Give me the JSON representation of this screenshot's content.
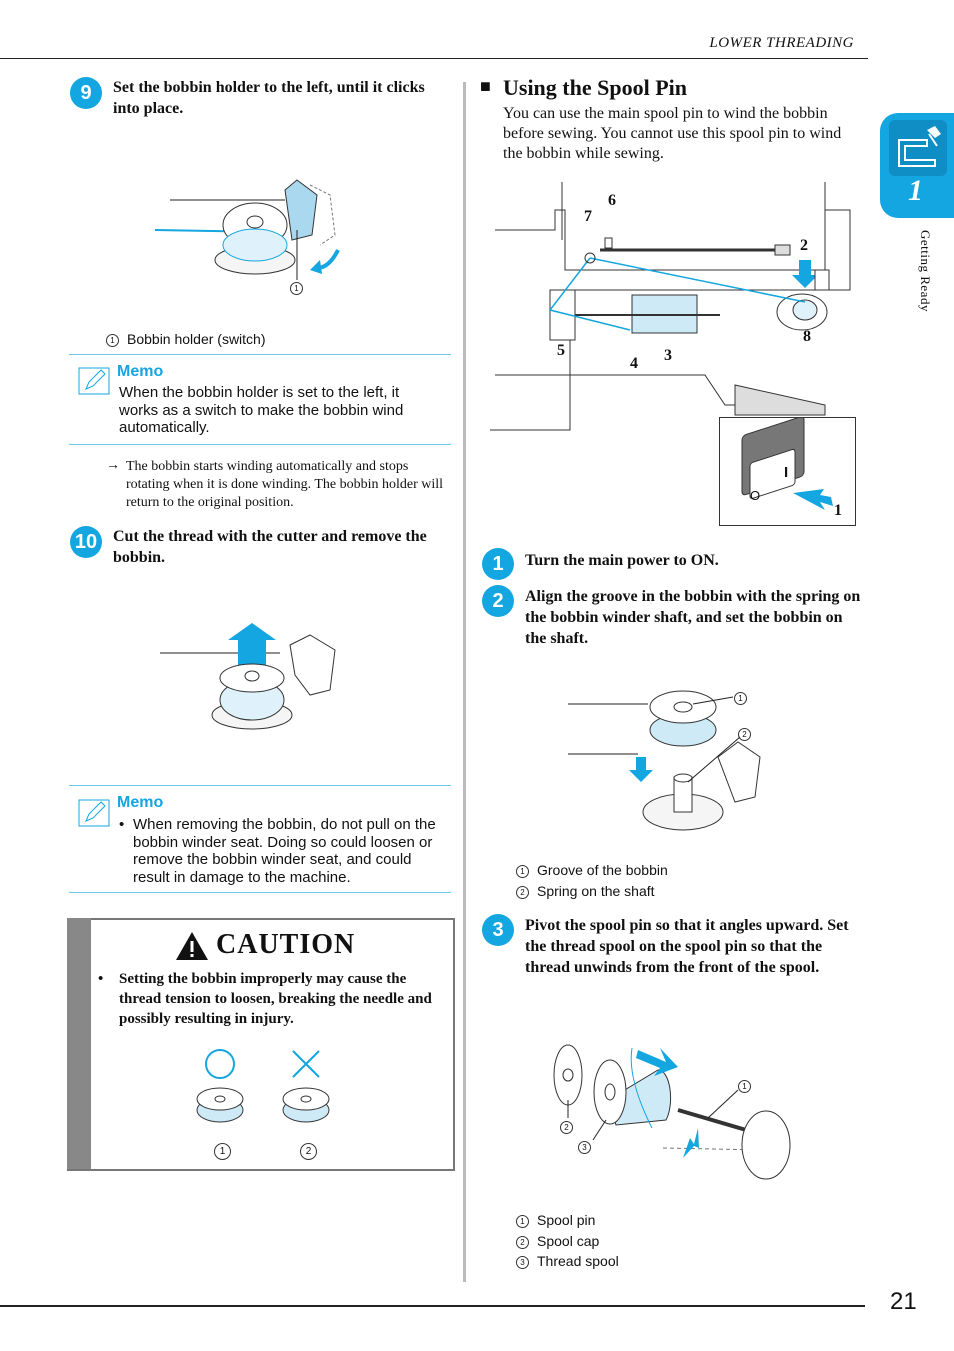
{
  "header": {
    "section": "LOWER THREADING"
  },
  "page_number": "21",
  "side_tab": {
    "chapter_number": "1",
    "label": "Getting Ready"
  },
  "left": {
    "step9": {
      "number": "9",
      "text": "Set the bobbin holder to the left, until it clicks into place."
    },
    "fig1_legend": [
      {
        "num": "1",
        "text": "Bobbin holder (switch)"
      }
    ],
    "memo1": {
      "title": "Memo",
      "body": "When the bobbin holder is set to the left, it works as a switch to make the bobbin wind automatically."
    },
    "note": {
      "arrow": "→",
      "text": "The bobbin starts winding automatically and stops rotating when it is done winding. The bobbin holder will return to the original position."
    },
    "step10": {
      "number": "10",
      "text": "Cut the thread with the cutter and remove the bobbin."
    },
    "memo2": {
      "title": "Memo",
      "bullet": "•",
      "body": "When removing the bobbin, do not pull on the bobbin winder seat. Doing so could loosen or remove the bobbin winder seat, and could result in damage to the machine."
    },
    "caution": {
      "title": "CAUTION",
      "bullet": "•",
      "text": "Setting the bobbin improperly may cause the thread tension to loosen, breaking the needle and possibly resulting in injury.",
      "figure_labels": [
        "1",
        "2"
      ]
    }
  },
  "right": {
    "section_marker": "■",
    "section_title": "Using the Spool Pin",
    "intro": "You can use the main spool pin to wind the bobbin before sewing. You cannot use this spool pin to wind the bobbin while sewing.",
    "machine_labels": [
      "1",
      "2",
      "3",
      "4",
      "5",
      "6",
      "7",
      "8"
    ],
    "switch_glyphs": [
      "O",
      "I"
    ],
    "steps": [
      {
        "number": "1",
        "text": "Turn the main power to ON."
      },
      {
        "number": "2",
        "text": "Align the groove in the bobbin with the spring on the bobbin winder shaft, and set the bobbin on the shaft."
      },
      {
        "number": "3",
        "text": "Pivot the spool pin so that it angles upward. Set the thread spool on the spool pin so that the thread unwinds from the front of the spool."
      }
    ],
    "fig2_legend": [
      {
        "num": "1",
        "text": "Groove of the bobbin"
      },
      {
        "num": "2",
        "text": "Spring on the shaft"
      }
    ],
    "fig3_legend": [
      {
        "num": "1",
        "text": "Spool pin"
      },
      {
        "num": "2",
        "text": "Spool cap"
      },
      {
        "num": "3",
        "text": "Thread spool"
      }
    ]
  }
}
